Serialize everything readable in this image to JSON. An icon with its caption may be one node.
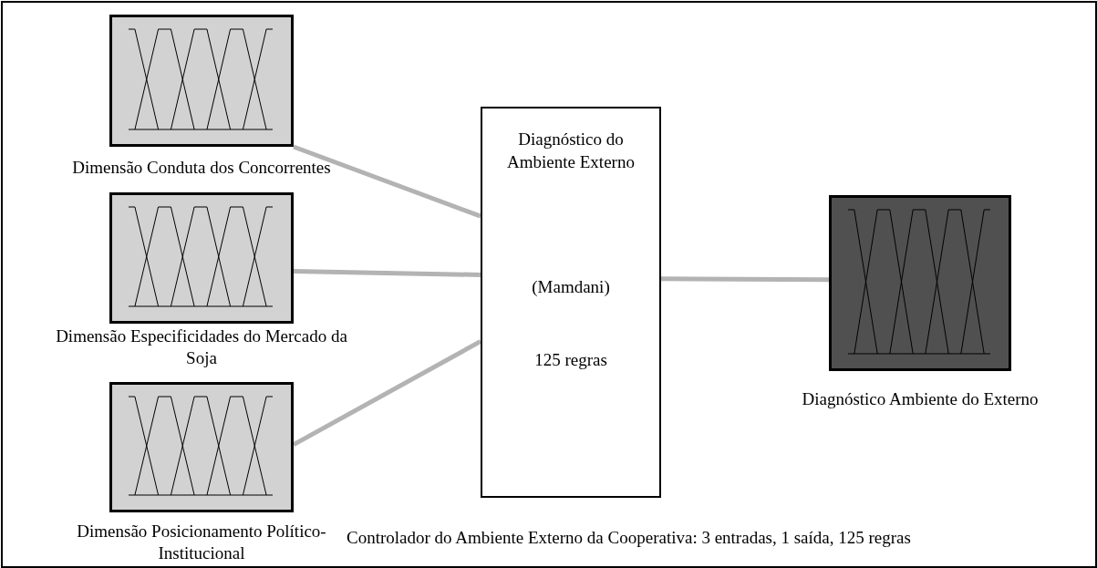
{
  "diagram": {
    "caption": "Controlador do Ambiente Externo da Cooperativa: 3 entradas, 1 saída, 125 regras",
    "nodes": [
      {
        "text": [
          "Dimensão Conduta dos Concorrentes"
        ]
      },
      {
        "text": [
          "Dimensão Especificidades do Mercado da Soja"
        ]
      },
      {
        "text": [
          "Dimensão Posicionamento Político-Institucional"
        ]
      },
      {
        "text": [
          "Diagnóstico do Ambiente Externo",
          "(Mamdani)",
          "125 regras"
        ]
      },
      {
        "text": [
          "Diagnóstico Ambiente do Externo"
        ]
      }
    ],
    "edges": [
      {
        "from": 0,
        "to": 3,
        "arrow": "none"
      },
      {
        "from": 1,
        "to": 3,
        "arrow": "none"
      },
      {
        "from": 2,
        "to": 3,
        "arrow": "none"
      },
      {
        "from": 3,
        "to": 4,
        "arrow": "none"
      }
    ]
  }
}
